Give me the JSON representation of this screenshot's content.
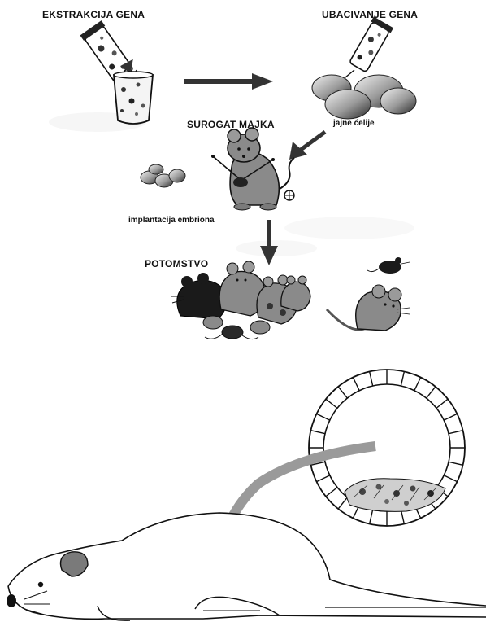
{
  "labels": {
    "gene_extraction": "EKSTRAKCIJA GENA",
    "gene_insertion": "UBACIVANJE GENA",
    "egg_cells": "jajne ćelije",
    "surrogate_mother": "SUROGAT MAJKA",
    "embryo_implantation": "implantacija embriona",
    "offspring": "POTOMSTVO"
  },
  "colors": {
    "ink": "#111111",
    "mouse_gray": "#8a8a8a",
    "mouse_dark": "#1a1a1a",
    "arrow_dark": "#333333",
    "arrow_light": "#9a9a9a"
  }
}
